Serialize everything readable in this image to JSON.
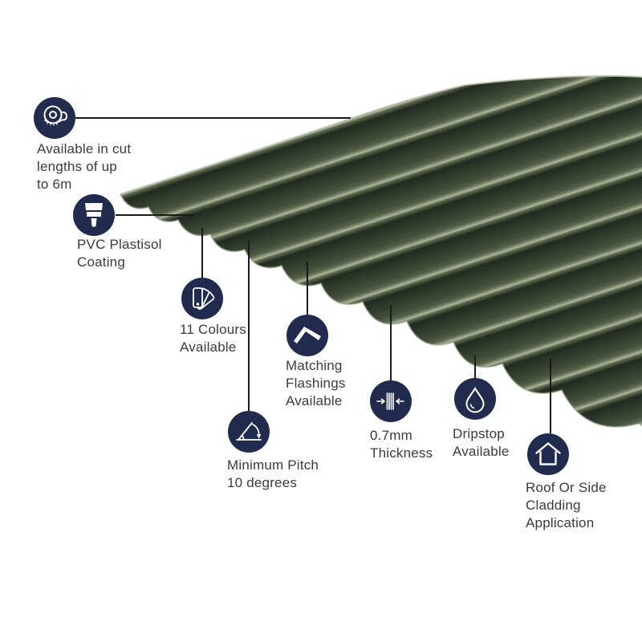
{
  "colors": {
    "badge_navy": "#212b4d",
    "leader_line": "#1a1a1a",
    "label_text": "#3b3b3b",
    "sheet_green_dark": "#212b20",
    "sheet_green_mid": "#414d39",
    "sheet_green_highlight": "#b0b79e"
  },
  "callouts": [
    {
      "id": "cut-lengths",
      "icon": "tape-measure-icon",
      "label_lines": [
        "Available in cut",
        "lengths of up",
        "to 6m"
      ]
    },
    {
      "id": "pvc-coating",
      "icon": "paint-brush-icon",
      "label_lines": [
        "PVC Plastisol",
        "Coating"
      ]
    },
    {
      "id": "colours",
      "icon": "colour-swatch-fan-icon",
      "label_lines": [
        "11 Colours",
        "Available"
      ]
    },
    {
      "id": "flashings",
      "icon": "flashing-profile-icon",
      "label_lines": [
        "Matching",
        "Flashings",
        "Available"
      ]
    },
    {
      "id": "pitch",
      "icon": "pitch-angle-icon",
      "label_lines": [
        "Minimum Pitch",
        "10 degrees"
      ]
    },
    {
      "id": "thickness",
      "icon": "thickness-gauge-icon",
      "label_lines": [
        "0.7mm",
        "Thickness"
      ]
    },
    {
      "id": "dripstop",
      "icon": "water-droplet-icon",
      "label_lines": [
        "Dripstop",
        "Available"
      ]
    },
    {
      "id": "application",
      "icon": "house-icon",
      "label_lines": [
        "Roof Or Side",
        "Cladding",
        "Application"
      ]
    }
  ]
}
